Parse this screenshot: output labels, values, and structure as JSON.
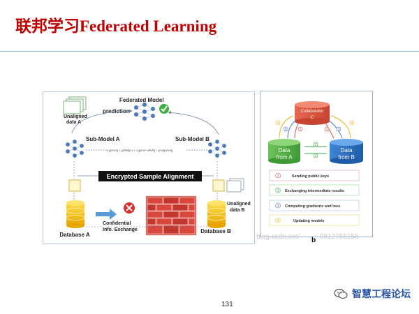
{
  "slide": {
    "title": "联邦学习Federated Learning",
    "page_number": "131",
    "wechat_label": "智慧工程论坛",
    "watermark_left": "blog.csdn.net/",
    "watermark_right": "0812755156"
  },
  "left_panel": {
    "federated_model": "Federated Model",
    "prediction": "prediction",
    "unaligned_a_line1": "Unaligned",
    "unaligned_a_line2": "data A",
    "sub_model_a": "Sub-Model A",
    "sub_model_b": "Sub-Model B",
    "formula": "‖ [[Θᴬxᴬ]] + [[Θᴮxᴮ]]² ‖ + ‖ [[Θᴬxᴬ−Θᴮxᴮ]] − yᴬ ‖²[[Θᴬxᴬ]]",
    "banner": "Encrypted Sample Alignment",
    "unaligned_b_line1": "Unaligned",
    "unaligned_b_line2": "data B",
    "confidential_line1": "Confidential",
    "confidential_line2": "Info. Exchange",
    "database_a": "Database A",
    "database_b": "Database B"
  },
  "right_panel": {
    "collaborator_line1": "Collaborator",
    "collaborator_line2": "C",
    "data_a_line1": "Data",
    "data_a_line2": "from A",
    "data_b_line1": "Data",
    "data_b_line2": "from B",
    "panel_letter": "b",
    "legend": [
      {
        "num": "1",
        "label": "Sending public keys",
        "color": "#d9534f"
      },
      {
        "num": "2",
        "label": "Exchanging  intermediate results",
        "color": "#3aa84a"
      },
      {
        "num": "3",
        "label": "Computing gradients and loss",
        "color": "#4a73c4"
      },
      {
        "num": "4",
        "label": "Updating models",
        "color": "#e6b820"
      }
    ]
  }
}
